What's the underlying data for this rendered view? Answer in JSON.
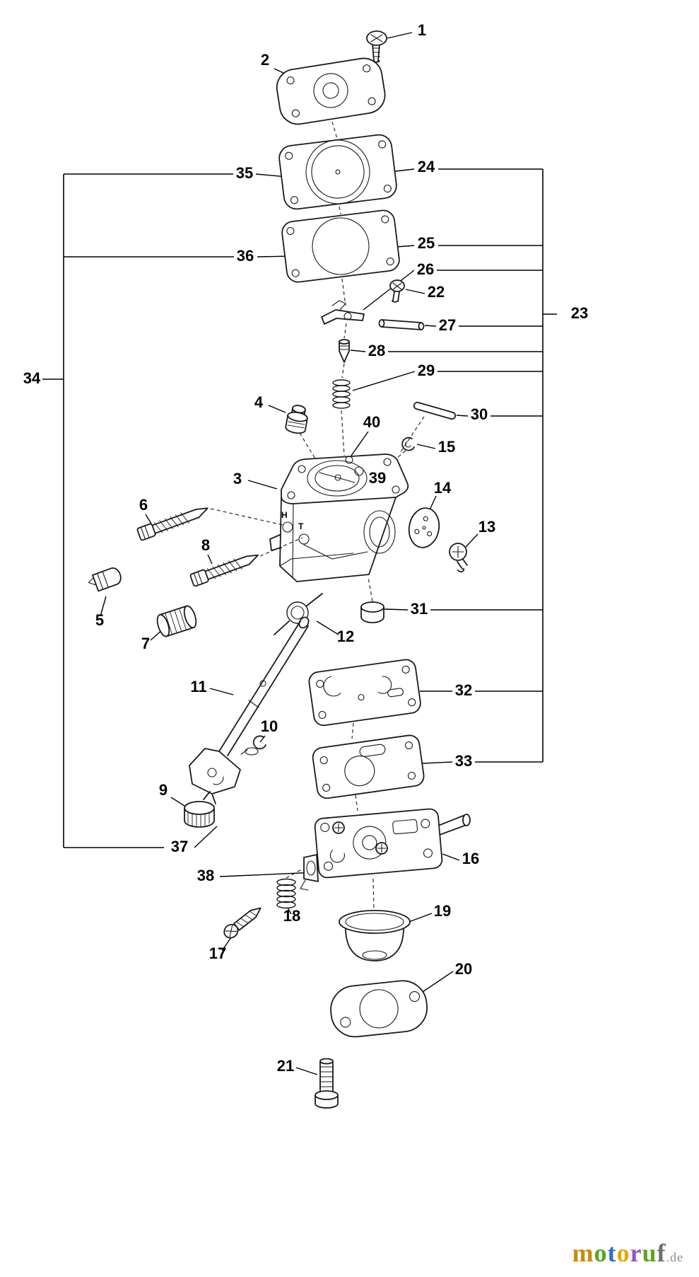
{
  "diagram": {
    "parts": [
      "1",
      "2",
      "3",
      "4",
      "5",
      "6",
      "7",
      "8",
      "9",
      "10",
      "11",
      "12",
      "13",
      "14",
      "15",
      "16",
      "17",
      "18",
      "19",
      "20",
      "21",
      "22",
      "23",
      "24",
      "25",
      "26",
      "27",
      "28",
      "29",
      "30",
      "31",
      "32",
      "33",
      "34",
      "35",
      "36",
      "37",
      "38",
      "39",
      "40"
    ],
    "body_markings": {
      "high": "H",
      "idle": "T"
    },
    "line_color": "#1a1a1a",
    "background": "#ffffff"
  },
  "watermark": {
    "letters": [
      "m",
      "o",
      "t",
      "o",
      "r",
      "u",
      "f"
    ],
    "colors": [
      "#cf8a00",
      "#5aa71c",
      "#2e6fc9",
      "#eaa500",
      "#9a4fc9",
      "#5aa71c",
      "#707070"
    ],
    "suffix": ".de",
    "suffix_color": "#8c8c8c"
  }
}
